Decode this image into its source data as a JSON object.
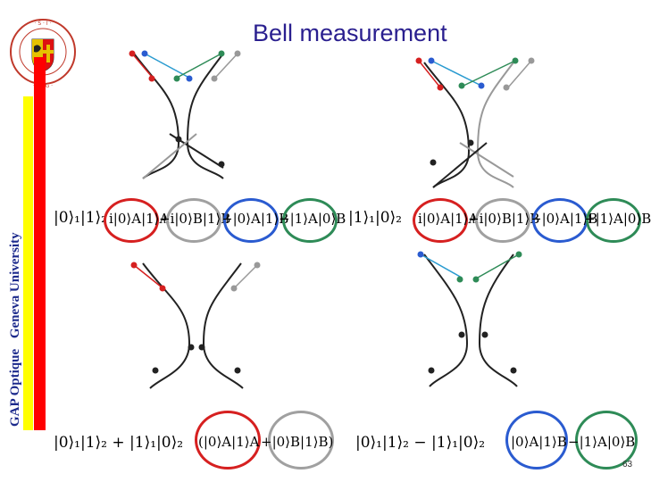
{
  "title": "Bell measurement",
  "sidebar": {
    "part1": "GAP Optique",
    "part2": "Geneva University"
  },
  "page_number": "63",
  "colors": {
    "red": "#d62020",
    "gray": "#a0a0a0",
    "blue": "#2a5bd0",
    "green": "#2e8b57",
    "title": "#2a1f8f"
  },
  "equations": {
    "top_left_state": "|0⟩₁|1⟩₂",
    "top_left_terms": [
      "i|0⟩A|1⟩A",
      "+i|0⟩B|1⟩B",
      "+|0⟩A|1⟩B",
      "−|1⟩A|0⟩B"
    ],
    "top_right_state": "|1⟩₁|0⟩₂",
    "top_right_terms": [
      "i|0⟩A|1⟩A",
      "+i|0⟩B|1⟩B",
      "−|0⟩A|1⟩B",
      "+|1⟩A|0⟩B"
    ],
    "bottom_left_state": "|0⟩₁|1⟩₂ + |1⟩₁|0⟩₂",
    "bottom_left_terms": [
      "(|0⟩A|1⟩A",
      "+|0⟩B|1⟩B)"
    ],
    "bottom_right_state": "|0⟩₁|1⟩₂ − |1⟩₁|0⟩₂",
    "bottom_right_terms": [
      "|0⟩A|1⟩B",
      "−|1⟩A|0⟩B"
    ]
  }
}
